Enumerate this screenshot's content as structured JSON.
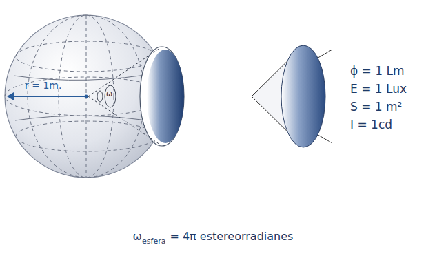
{
  "diagram": {
    "labels": [
      "r = 1m.",
      "ω",
      "ϕ = 1 Lm",
      "E = 1 Lux",
      "S = 1 m²",
      "I = 1cd",
      "ω",
      "esfera",
      "= 4π estereorradianes"
    ]
  }
}
